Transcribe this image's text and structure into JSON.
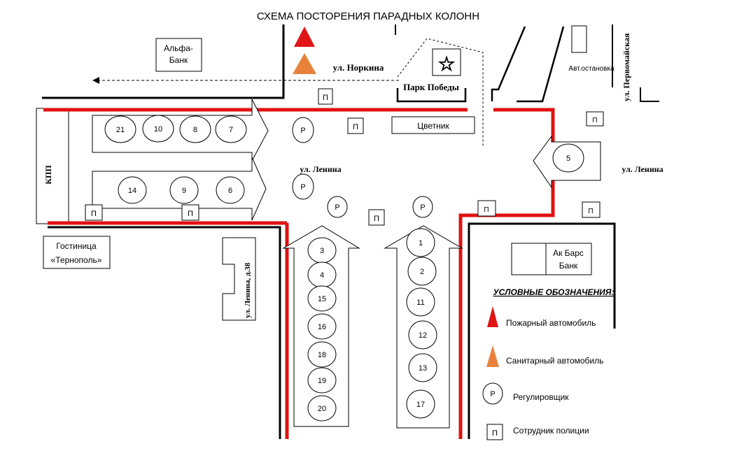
{
  "title": "СХЕМА ПОСТОРЕНИЯ ПАРАДНЫХ КОЛОНН",
  "colors": {
    "route": "#e01010",
    "fire": "#e01515",
    "ambulance": "#e8823a",
    "line": "#000000"
  },
  "labels": {
    "alfa_bank_1": "Альфа-",
    "alfa_bank_2": "Банк",
    "norkina_street": "ул. Норкина",
    "victory_park": "Парк Победы",
    "bus_stop": "Авт.остановка",
    "pervomayskaya": "ул. Первомайская",
    "flowerbed": "Цветник",
    "lenina_center": "ул. Ленина",
    "lenina_right": "ул. Ленина",
    "kpp": "КПП",
    "hotel_1": "Гостиница",
    "hotel_2": "«Тернополь»",
    "lenina_38": "ул. Ленина, д.38",
    "ak_bars_1": "Ак Барс",
    "ak_bars_2": "Банк"
  },
  "legend": {
    "title": "УСЛОВНЫЕ ОБОЗНАЧЕНИЯ:",
    "fire_truck": "Пожарный автомобиль",
    "ambulance": "Санитарный автомобиль",
    "regulator_symbol": "Р",
    "regulator": "Регулировщик",
    "police_symbol": "П",
    "police": "Сотрудник полиции"
  },
  "symbols": {
    "regulator": "Р",
    "police": "П"
  },
  "columns": {
    "top_row": [
      "21",
      "10",
      "8",
      "7"
    ],
    "middle_row": [
      "14",
      "9",
      "6"
    ],
    "left_column": [
      "3",
      "4",
      "15",
      "16",
      "18",
      "19",
      "20"
    ],
    "right_column": [
      "1",
      "2",
      "11",
      "12",
      "13",
      "17"
    ],
    "east": [
      "5"
    ]
  }
}
